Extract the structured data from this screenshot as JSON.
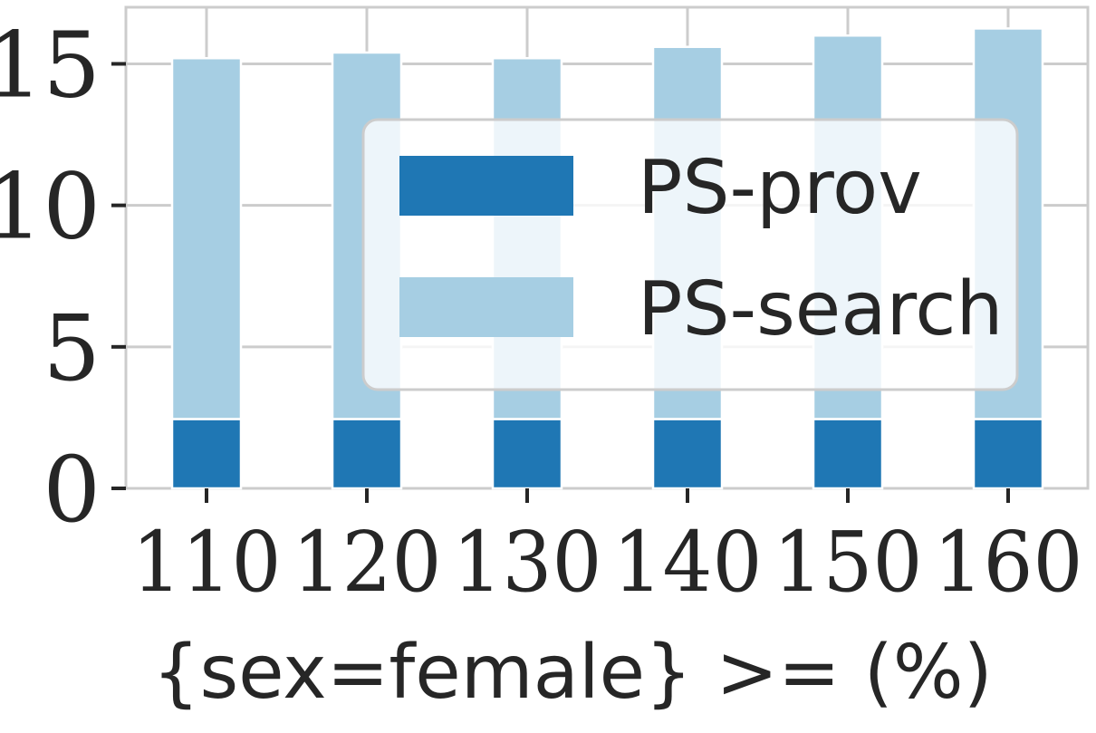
{
  "chart_data": {
    "type": "bar",
    "stacked": true,
    "categories": [
      "110",
      "120",
      "130",
      "140",
      "150",
      "160"
    ],
    "series": [
      {
        "name": "PS-prov",
        "values": [
          2.45,
          2.45,
          2.45,
          2.45,
          2.45,
          2.45
        ],
        "color": "#1f77b4"
      },
      {
        "name": "PS-search",
        "values": [
          12.75,
          12.95,
          12.75,
          13.15,
          13.55,
          13.8
        ],
        "color": "#a6cee3"
      }
    ],
    "title": "",
    "xlabel": "{sex=female} >= (%)",
    "ylabel": "",
    "ylim": [
      0,
      17
    ],
    "yticks": [
      "0",
      "5",
      "10",
      "15"
    ],
    "grid": true,
    "legend_position": "center-right"
  }
}
